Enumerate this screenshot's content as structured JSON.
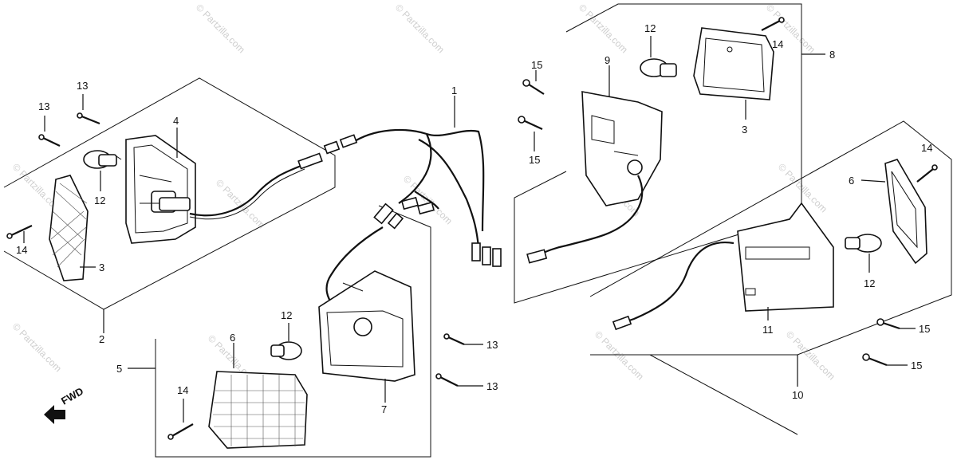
{
  "diagram": {
    "direction_label": "FWD",
    "callouts": {
      "c1": "1",
      "c2": "2",
      "c3a": "3",
      "c3b": "3",
      "c4": "4",
      "c5": "5",
      "c6a": "6",
      "c6b": "6",
      "c7": "7",
      "c8": "8",
      "c9": "9",
      "c10": "10",
      "c11": "11",
      "c12a": "12",
      "c12b": "12",
      "c12c": "12",
      "c12d": "12",
      "c13a": "13",
      "c13b": "13",
      "c13c": "13",
      "c13d": "13",
      "c14a": "14",
      "c14b": "14",
      "c14c": "14",
      "c14d": "14",
      "c15a": "15",
      "c15b": "15",
      "c15c": "15",
      "c15d": "15"
    },
    "watermark": "© Partzilla.com"
  }
}
